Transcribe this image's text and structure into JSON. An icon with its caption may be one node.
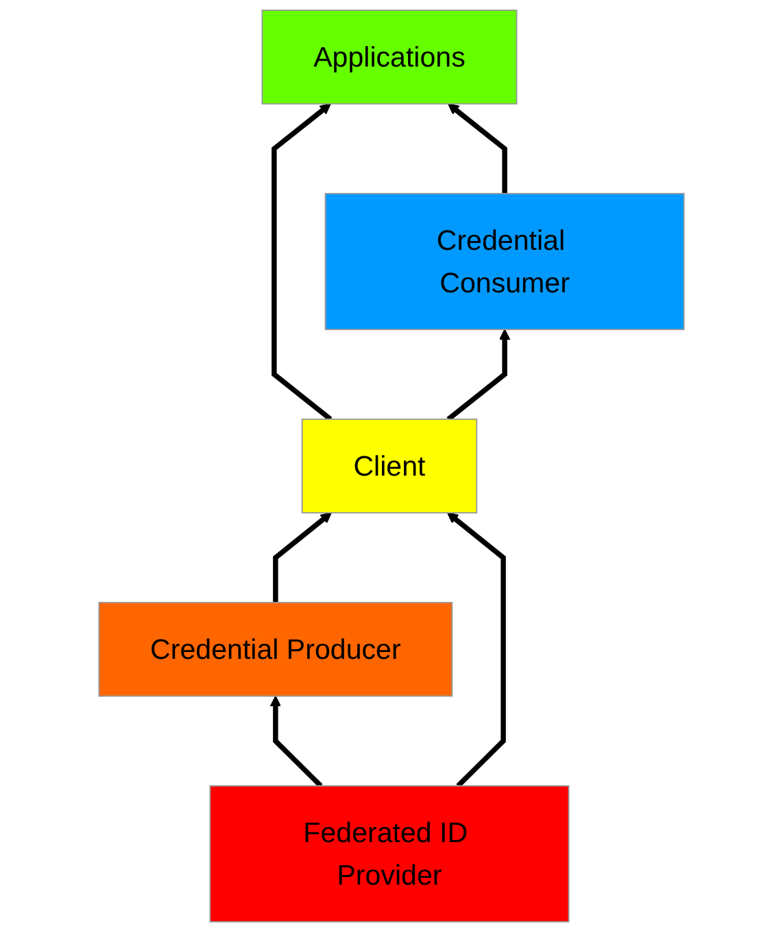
{
  "diagram": {
    "nodes": [
      {
        "text": [
          "Applications"
        ]
      },
      {
        "text": [
          "Client"
        ]
      },
      {
        "text": [
          "Credential Consumer"
        ]
      },
      {
        "text": [
          "Credential Producer"
        ]
      },
      {
        "text": [
          "Federated ID Provider"
        ]
      }
    ],
    "edges": [
      {
        "from": 1,
        "to": 0,
        "arrow": "to"
      },
      {
        "from": 2,
        "to": 0,
        "arrow": "to"
      },
      {
        "from": 1,
        "to": 2,
        "arrow": "to"
      },
      {
        "from": 3,
        "to": 1,
        "arrow": "to"
      },
      {
        "from": 4,
        "to": 3,
        "arrow": "to"
      },
      {
        "from": 4,
        "to": 1,
        "arrow": "to"
      }
    ]
  }
}
